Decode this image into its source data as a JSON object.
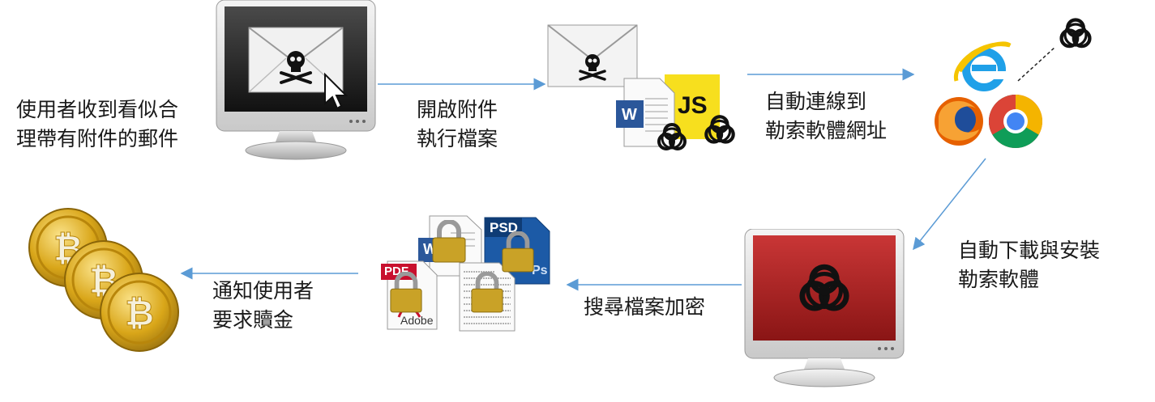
{
  "steps": [
    {
      "line1": "使用者收到看似合",
      "line2": "理帶有附件的郵件"
    },
    {
      "line1": "開啟附件",
      "line2": "執行檔案"
    },
    {
      "line1": "自動連線到",
      "line2": "勒索軟體網址"
    },
    {
      "line1": "自動下載與安裝",
      "line2": "勒索軟體"
    },
    {
      "line1": "搜尋檔案加密"
    },
    {
      "line1": "通知使用者",
      "line2": "要求贖金"
    }
  ],
  "file_badges": {
    "js": "JS",
    "word": "W",
    "pdf": "PDF",
    "adobe": "Adobe",
    "psd": "PSD",
    "ps": "Ps"
  },
  "colors": {
    "arrow": "#5b9bd5",
    "monitor_dark": "#222222",
    "monitor_red": "#a31f1f",
    "js_yellow": "#f7df1e",
    "word_blue": "#2b579a",
    "pdf_red": "#c8102e",
    "psd_blue": "#1c5aa6",
    "gold": "#d4a017"
  }
}
